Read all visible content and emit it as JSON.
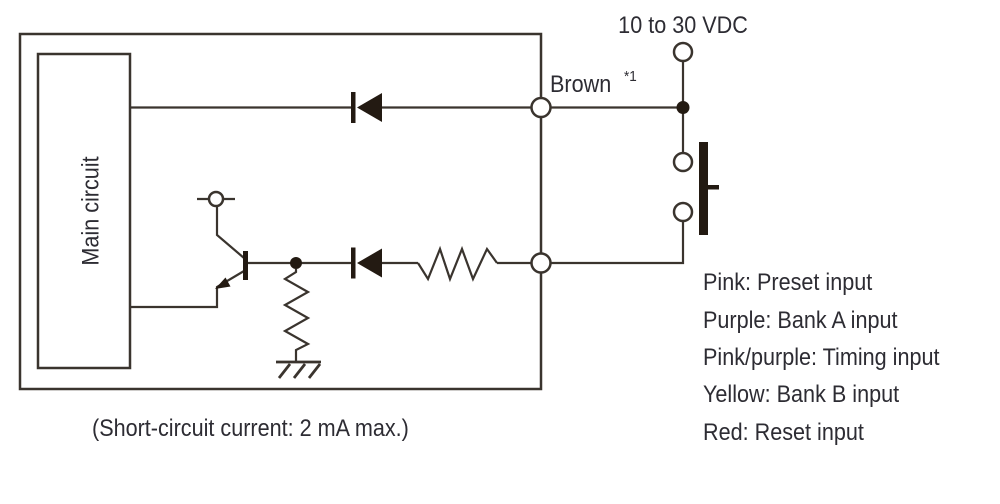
{
  "diagram": {
    "power_label": "10 to 30 VDC",
    "wire_color_label": "Brown",
    "wire_color_note": "*1",
    "main_circuit_label": "Main circuit",
    "caption": "(Short-circuit current: 2 mA max.)",
    "input_legend": [
      "Pink: Preset input",
      "Purple: Bank A input",
      "Pink/purple: Timing input",
      "Yellow: Bank B input",
      "Red: Reset input"
    ],
    "colors": {
      "line": "#3a342e",
      "symbol_fill": "#231a12",
      "text": "#2d2c33",
      "background": "#ffffff"
    }
  }
}
